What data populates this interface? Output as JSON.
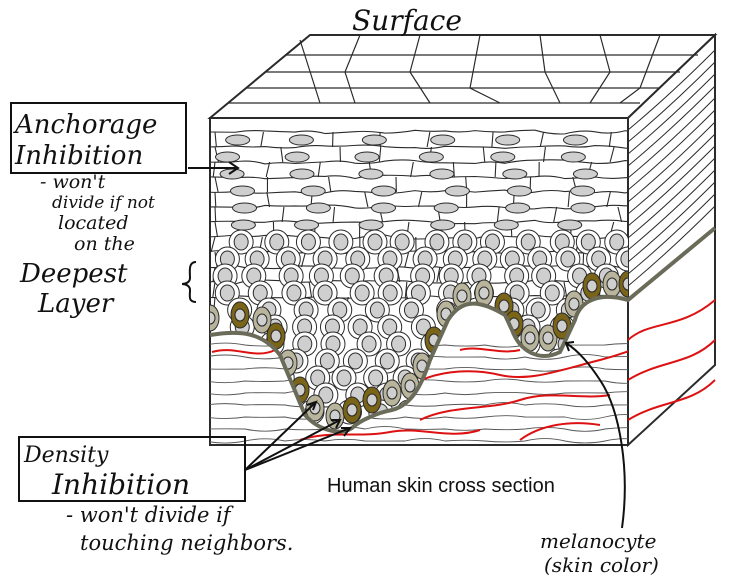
{
  "labels": {
    "surface": "Surface",
    "anchorage": {
      "title_line1": "Anchorage",
      "title_line2": "Inhibition",
      "desc_line1": "- won't",
      "desc_line2": "divide if not",
      "desc_line3": "located",
      "desc_line4": "on the"
    },
    "deepest": {
      "line1": "Deepest",
      "line2": "Layer"
    },
    "density": {
      "title_line1": "Density",
      "title_line2": "Inhibition",
      "desc_line1": "- won't divide if",
      "desc_line2": "touching neighbors."
    },
    "caption": "Human skin cross section",
    "melanocyte": {
      "line1": "melanocyte",
      "line2": "(skin color)"
    }
  },
  "colors": {
    "outline": "#2b2b2b",
    "nucleus": "#cfcfcf",
    "basal_cell": "#b9b59c",
    "melanocyte": "#7a6418",
    "dermis_fibers": "#dd1111",
    "background": "#ffffff"
  }
}
